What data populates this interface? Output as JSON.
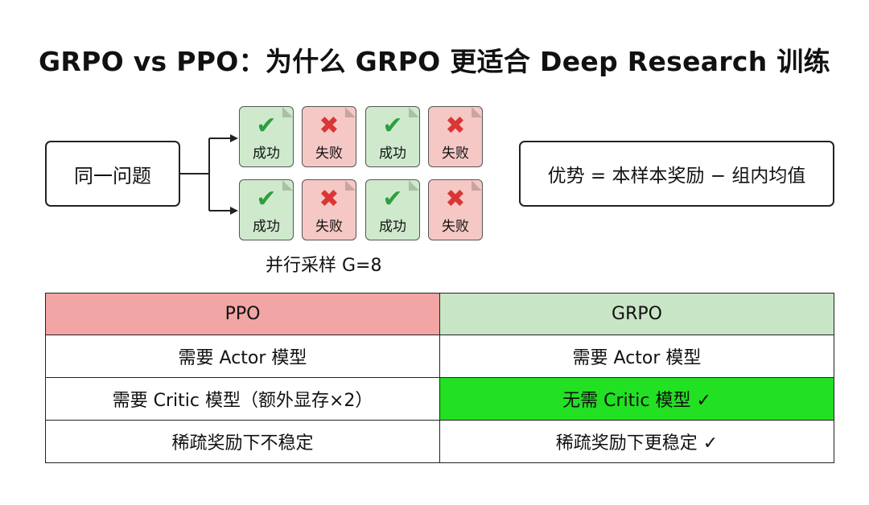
{
  "title": "GRPO vs PPO：为什么 GRPO 更适合 Deep Research 训练",
  "question": "同一问题",
  "samples": {
    "row1": [
      {
        "status": "success",
        "icon": "check-icon",
        "glyph": "✔",
        "label": "成功"
      },
      {
        "status": "fail",
        "icon": "cross-icon",
        "glyph": "✖",
        "label": "失败"
      },
      {
        "status": "success",
        "icon": "check-icon",
        "glyph": "✔",
        "label": "成功"
      },
      {
        "status": "fail",
        "icon": "cross-icon",
        "glyph": "✖",
        "label": "失败"
      }
    ],
    "row2": [
      {
        "status": "success",
        "icon": "check-icon",
        "glyph": "✔",
        "label": "成功"
      },
      {
        "status": "fail",
        "icon": "cross-icon",
        "glyph": "✖",
        "label": "失败"
      },
      {
        "status": "success",
        "icon": "check-icon",
        "glyph": "✔",
        "label": "成功"
      },
      {
        "status": "fail",
        "icon": "cross-icon",
        "glyph": "✖",
        "label": "失败"
      }
    ],
    "caption": "并行采样 G=8"
  },
  "advantage": "优势 = 本样本奖励 − 组内均值",
  "colors": {
    "success_card": "#cfe9cd",
    "fail_card": "#f5c8c5",
    "ppo_header": "#f2a5a5",
    "grpo_header": "#c8e5c6",
    "highlight": "#22e022"
  },
  "table": {
    "headers": [
      "PPO",
      "GRPO"
    ],
    "rows": [
      [
        "需要 Actor 模型",
        "需要 Actor 模型"
      ],
      [
        "需要 Critic 模型（额外显存×2）",
        "无需 Critic 模型 ✓"
      ],
      [
        "稀疏奖励下不稳定",
        "稀疏奖励下更稳定 ✓"
      ]
    ]
  }
}
